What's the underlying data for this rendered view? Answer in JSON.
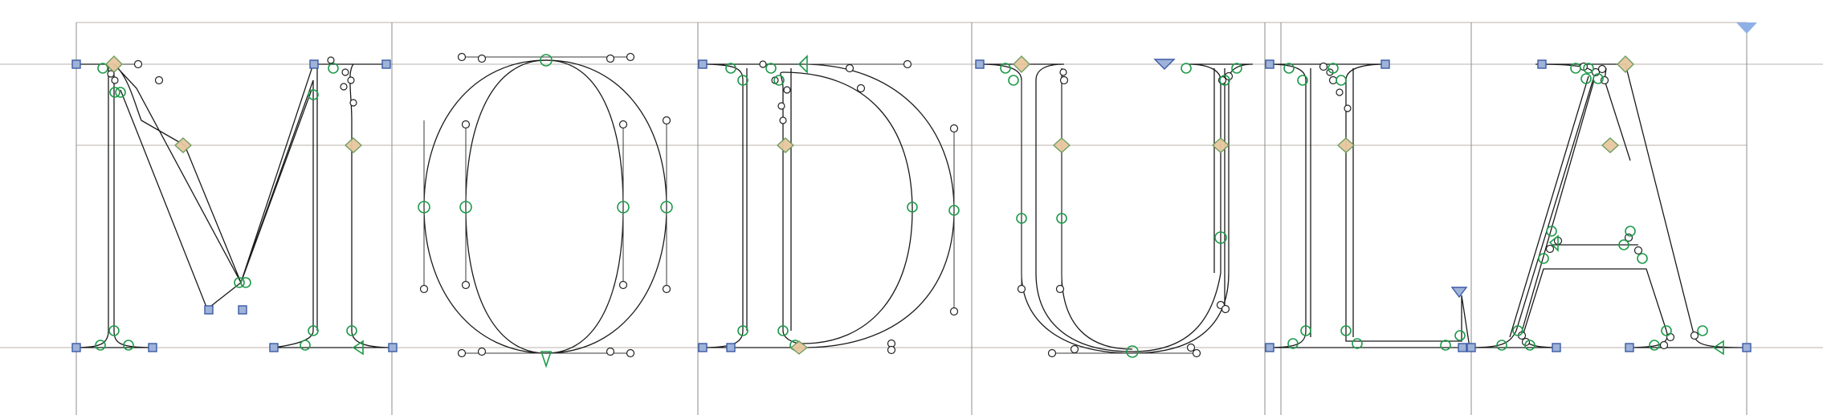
{
  "editor": {
    "glyphs": [
      {
        "name": "M"
      },
      {
        "name": "O"
      },
      {
        "name": "D"
      },
      {
        "name": "U"
      },
      {
        "name": "L"
      },
      {
        "name": "A"
      }
    ]
  },
  "colors": {
    "outline": "#1a1a1a",
    "guide": "#b8b3ad",
    "smooth_point": "#1e9a4a",
    "corner_point": "#3b5aa6",
    "extremum_point": "#e8c8a0",
    "start_marker": "#5b8fd6"
  }
}
